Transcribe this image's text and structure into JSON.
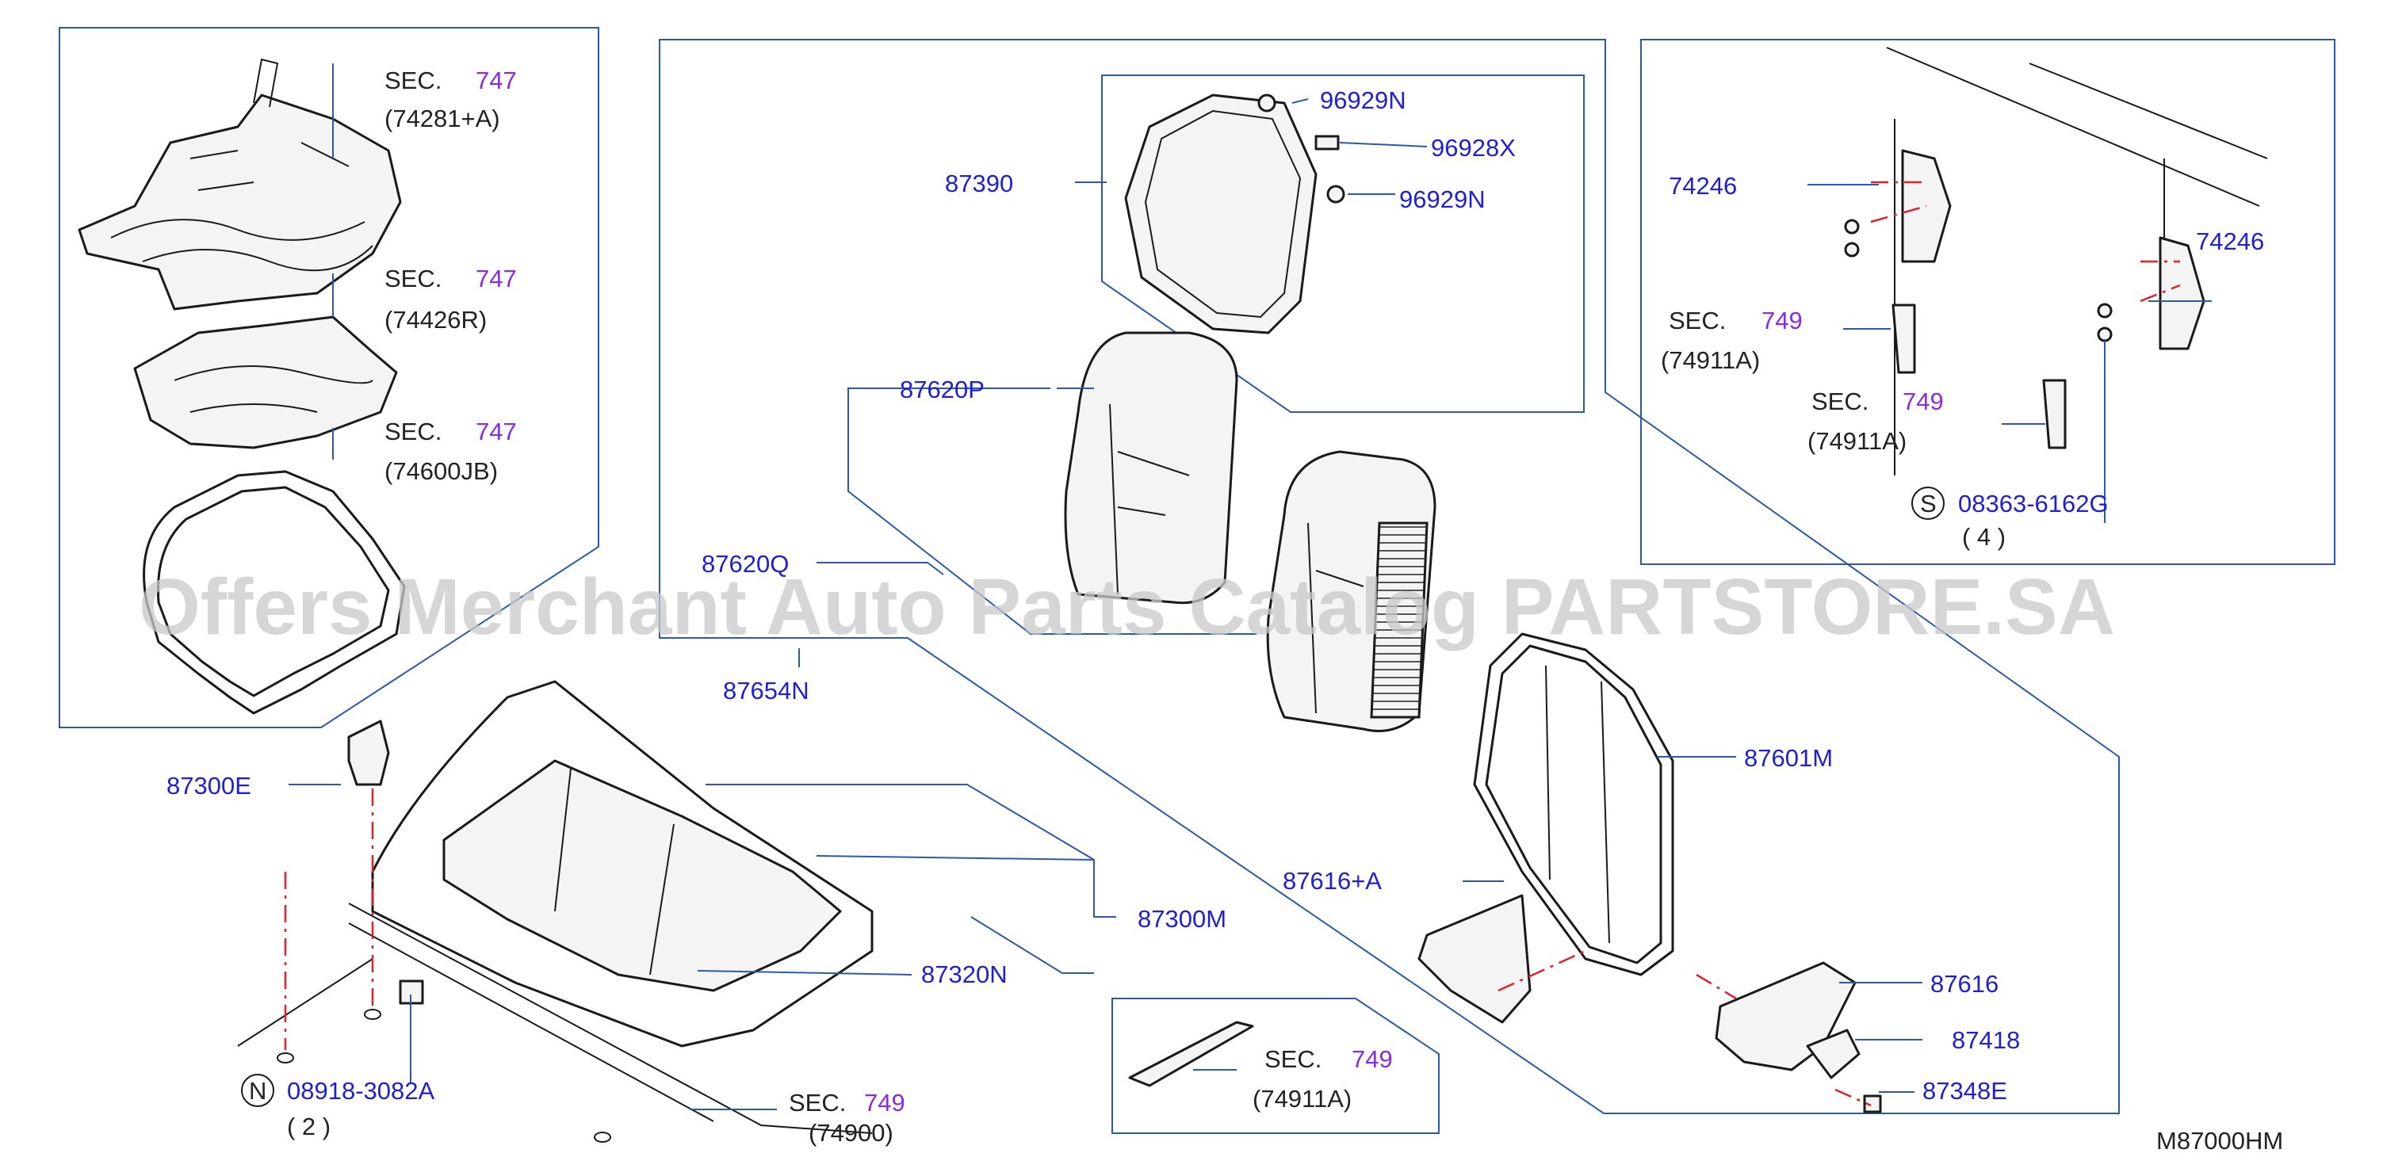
{
  "watermark": "Offers Merchant Auto Parts Catalog PARTSTORE.SA",
  "diagram_code": "M87000HM",
  "colors": {
    "callout": "#2020d0",
    "section_number": "#8a2be2",
    "frame": "#2a5aa8",
    "dash_line": "#e0202a"
  },
  "callouts": {
    "c96929N_a": "96929N",
    "c96928X": "96928X",
    "c96929N_b": "96929N",
    "c87390": "87390",
    "c87620P": "87620P",
    "c87620Q": "87620Q",
    "c87654N": "87654N",
    "c87601M": "87601M",
    "c87616A": "87616+A",
    "c87616": "87616",
    "c87418": "87418",
    "c87348E": "87348E",
    "c87300E": "87300E",
    "c87300M": "87300M",
    "c87320N": "87320N",
    "c08918": "08918-3082A",
    "c74246_a": "74246",
    "c74246_b": "74246",
    "c08363": "08363-6162G"
  },
  "symbols": {
    "n": "N",
    "s": "S"
  },
  "quantities": {
    "q2": "( 2 )",
    "q4": "( 4 )"
  },
  "sections": [
    {
      "label": "SEC.",
      "num": "747",
      "ref": "(74281+A)"
    },
    {
      "label": "SEC.",
      "num": "747",
      "ref": "(74426R)"
    },
    {
      "label": "SEC.",
      "num": "747",
      "ref": "(74600JB)"
    },
    {
      "label": "SEC.",
      "num": "749",
      "ref": "(74911A)"
    },
    {
      "label": "SEC.",
      "num": "749",
      "ref": "(74911A)"
    },
    {
      "label": "SEC.",
      "num": "749",
      "ref": "(74911A)"
    },
    {
      "label": "SEC.",
      "num": "749",
      "ref": "(74900)"
    }
  ]
}
